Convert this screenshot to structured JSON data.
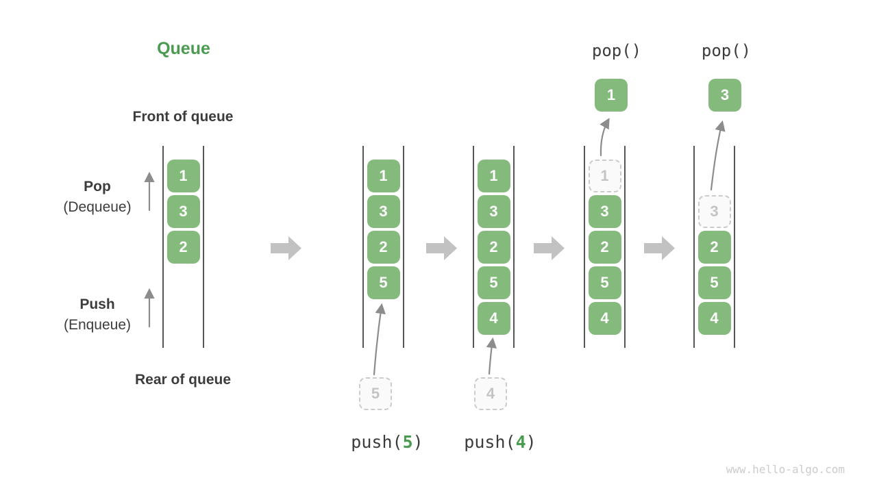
{
  "title": "Queue",
  "watermark": "www.hello-algo.com",
  "side": {
    "front_label": "Front of queue",
    "rear_label": "Rear of queue",
    "pop_label": "Pop",
    "pop_sublabel": "(Dequeue)",
    "push_label": "Push",
    "push_sublabel": "(Enqueue)"
  },
  "columns": [
    {
      "cells": [
        {
          "row": 0,
          "value": "1",
          "variant": "solid"
        },
        {
          "row": 1,
          "value": "3",
          "variant": "solid"
        },
        {
          "row": 2,
          "value": "2",
          "variant": "solid"
        }
      ]
    },
    {
      "cells": [
        {
          "row": 0,
          "value": "1",
          "variant": "solid"
        },
        {
          "row": 1,
          "value": "3",
          "variant": "solid"
        },
        {
          "row": 2,
          "value": "2",
          "variant": "solid"
        },
        {
          "row": 3,
          "value": "5",
          "variant": "solid"
        }
      ]
    },
    {
      "cells": [
        {
          "row": 0,
          "value": "1",
          "variant": "solid"
        },
        {
          "row": 1,
          "value": "3",
          "variant": "solid"
        },
        {
          "row": 2,
          "value": "2",
          "variant": "solid"
        },
        {
          "row": 3,
          "value": "5",
          "variant": "solid"
        },
        {
          "row": 4,
          "value": "4",
          "variant": "solid"
        }
      ]
    },
    {
      "cells": [
        {
          "row": 0,
          "value": "1",
          "variant": "ghost"
        },
        {
          "row": 1,
          "value": "3",
          "variant": "solid"
        },
        {
          "row": 2,
          "value": "2",
          "variant": "solid"
        },
        {
          "row": 3,
          "value": "5",
          "variant": "solid"
        },
        {
          "row": 4,
          "value": "4",
          "variant": "solid"
        }
      ]
    },
    {
      "cells": [
        {
          "row": 1,
          "value": "3",
          "variant": "ghost"
        },
        {
          "row": 2,
          "value": "2",
          "variant": "solid"
        },
        {
          "row": 3,
          "value": "5",
          "variant": "solid"
        },
        {
          "row": 4,
          "value": "4",
          "variant": "solid"
        }
      ]
    }
  ],
  "pushes": [
    {
      "prefix": "push(",
      "arg": "5",
      "suffix": ")",
      "ghost_value": "5"
    },
    {
      "prefix": "push(",
      "arg": "4",
      "suffix": ")",
      "ghost_value": "4"
    }
  ],
  "pops": [
    {
      "label": "pop()",
      "value": "1"
    },
    {
      "label": "pop()",
      "value": "3"
    }
  ],
  "colors": {
    "green_box": "#85BA7D",
    "green_accent": "#4A9B50",
    "text_dark": "#3C3C3C",
    "cell_text": "#FFFFFF",
    "line": "#555555",
    "block_arrow": "#C2C2C2",
    "thin_arrow": "#8C8C8C",
    "ghost_border": "#CBCBCB",
    "ghost_text": "#C4C4C4",
    "ghost_bg": "#FAFAFA",
    "watermark": "#CCCCCC"
  }
}
